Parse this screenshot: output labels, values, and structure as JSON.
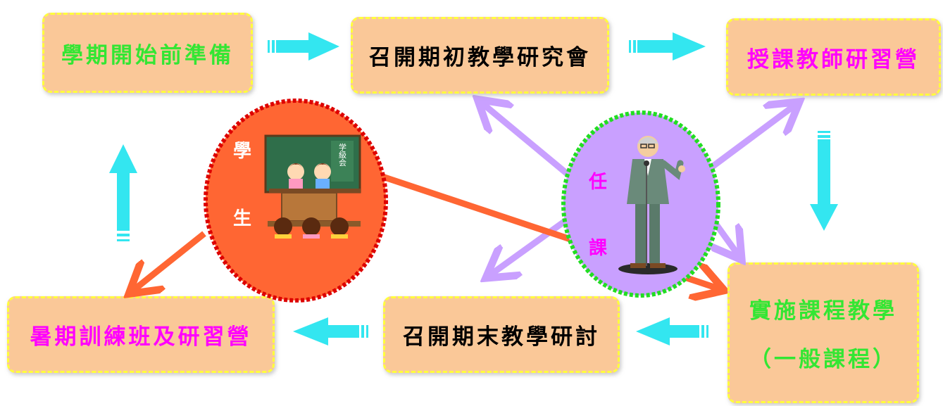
{
  "boxes": {
    "prep_before_semester": "學期開始前準備",
    "start_meeting": "召開期初教學研究會",
    "teacher_camp": "授課教師研習營",
    "summer_class": "暑期訓練班及研習營",
    "end_meeting": "召開期末教學研討",
    "implement_line1": "實施課程教學",
    "implement_line2": "（一般課程）"
  },
  "student_circle": {
    "char1": "學",
    "char2": "生",
    "board_text": "学級会"
  },
  "teacher_circle": {
    "char1": "任",
    "char2": "課"
  },
  "colors": {
    "box_fill": "#fac898",
    "box_border": "#ffff3c",
    "green_text": "#33e633",
    "magenta_text": "#ff00ff",
    "black_text": "#000000",
    "cyan_arrow": "#33e6f0",
    "orange_arrow": "#ff6633",
    "lavender_arrow": "#c9a0ff",
    "student_circle_fill": "#ff6633",
    "student_circle_border": "#dd0000",
    "teacher_circle_fill": "#c9a0ff",
    "teacher_circle_border": "#22dd22"
  }
}
